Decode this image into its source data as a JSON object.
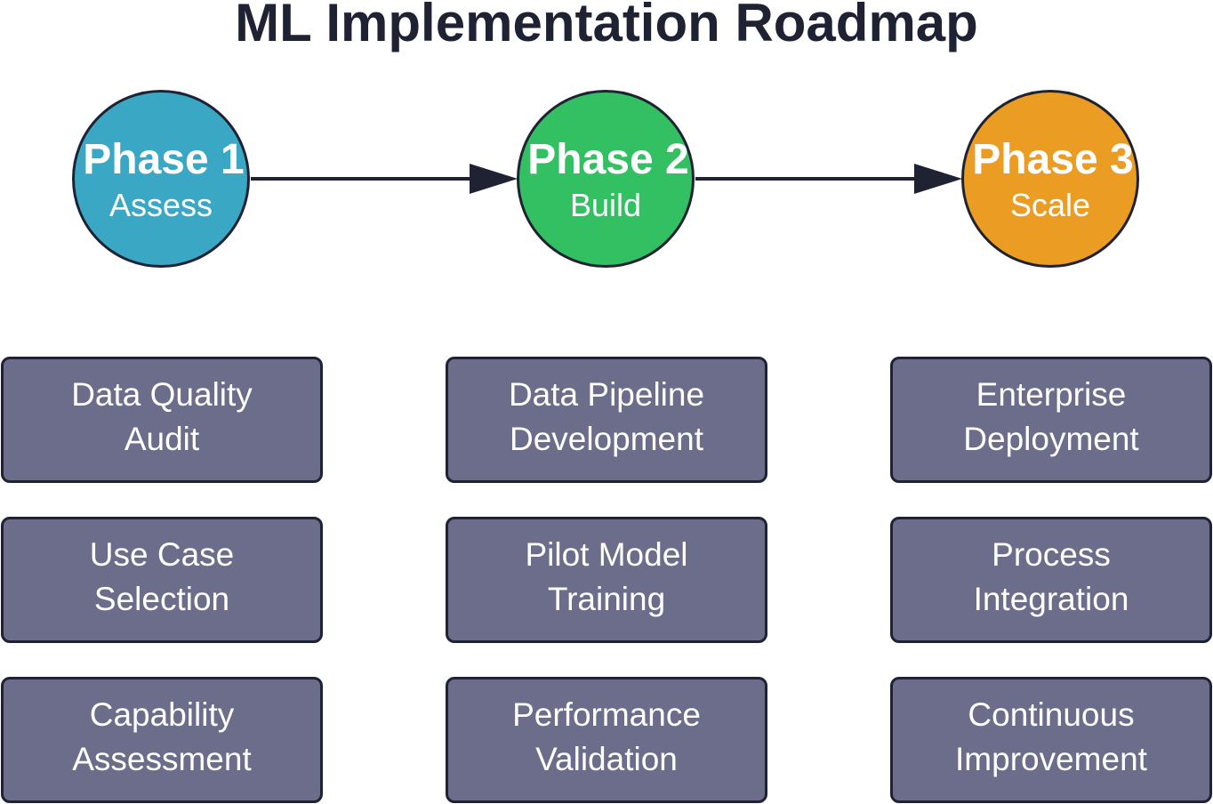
{
  "title": "ML Implementation Roadmap",
  "phases": [
    {
      "label": "Phase 1",
      "subtitle": "Assess",
      "color": "#3aa8c4"
    },
    {
      "label": "Phase 2",
      "subtitle": "Build",
      "color": "#33c063"
    },
    {
      "label": "Phase 3",
      "subtitle": "Scale",
      "color": "#eb9c22"
    }
  ],
  "colors": {
    "task_fill": "#6b6d8a",
    "outline": "#1f2233"
  },
  "tasks": [
    [
      {
        "line1": "Data Quality",
        "line2": "Audit"
      },
      {
        "line1": "Use Case",
        "line2": "Selection"
      },
      {
        "line1": "Capability",
        "line2": "Assessment"
      }
    ],
    [
      {
        "line1": "Data Pipeline",
        "line2": "Development"
      },
      {
        "line1": "Pilot Model",
        "line2": "Training"
      },
      {
        "line1": "Performance",
        "line2": "Validation"
      }
    ],
    [
      {
        "line1": "Enterprise",
        "line2": "Deployment"
      },
      {
        "line1": "Process",
        "line2": "Integration"
      },
      {
        "line1": "Continuous",
        "line2": "Improvement"
      }
    ]
  ]
}
